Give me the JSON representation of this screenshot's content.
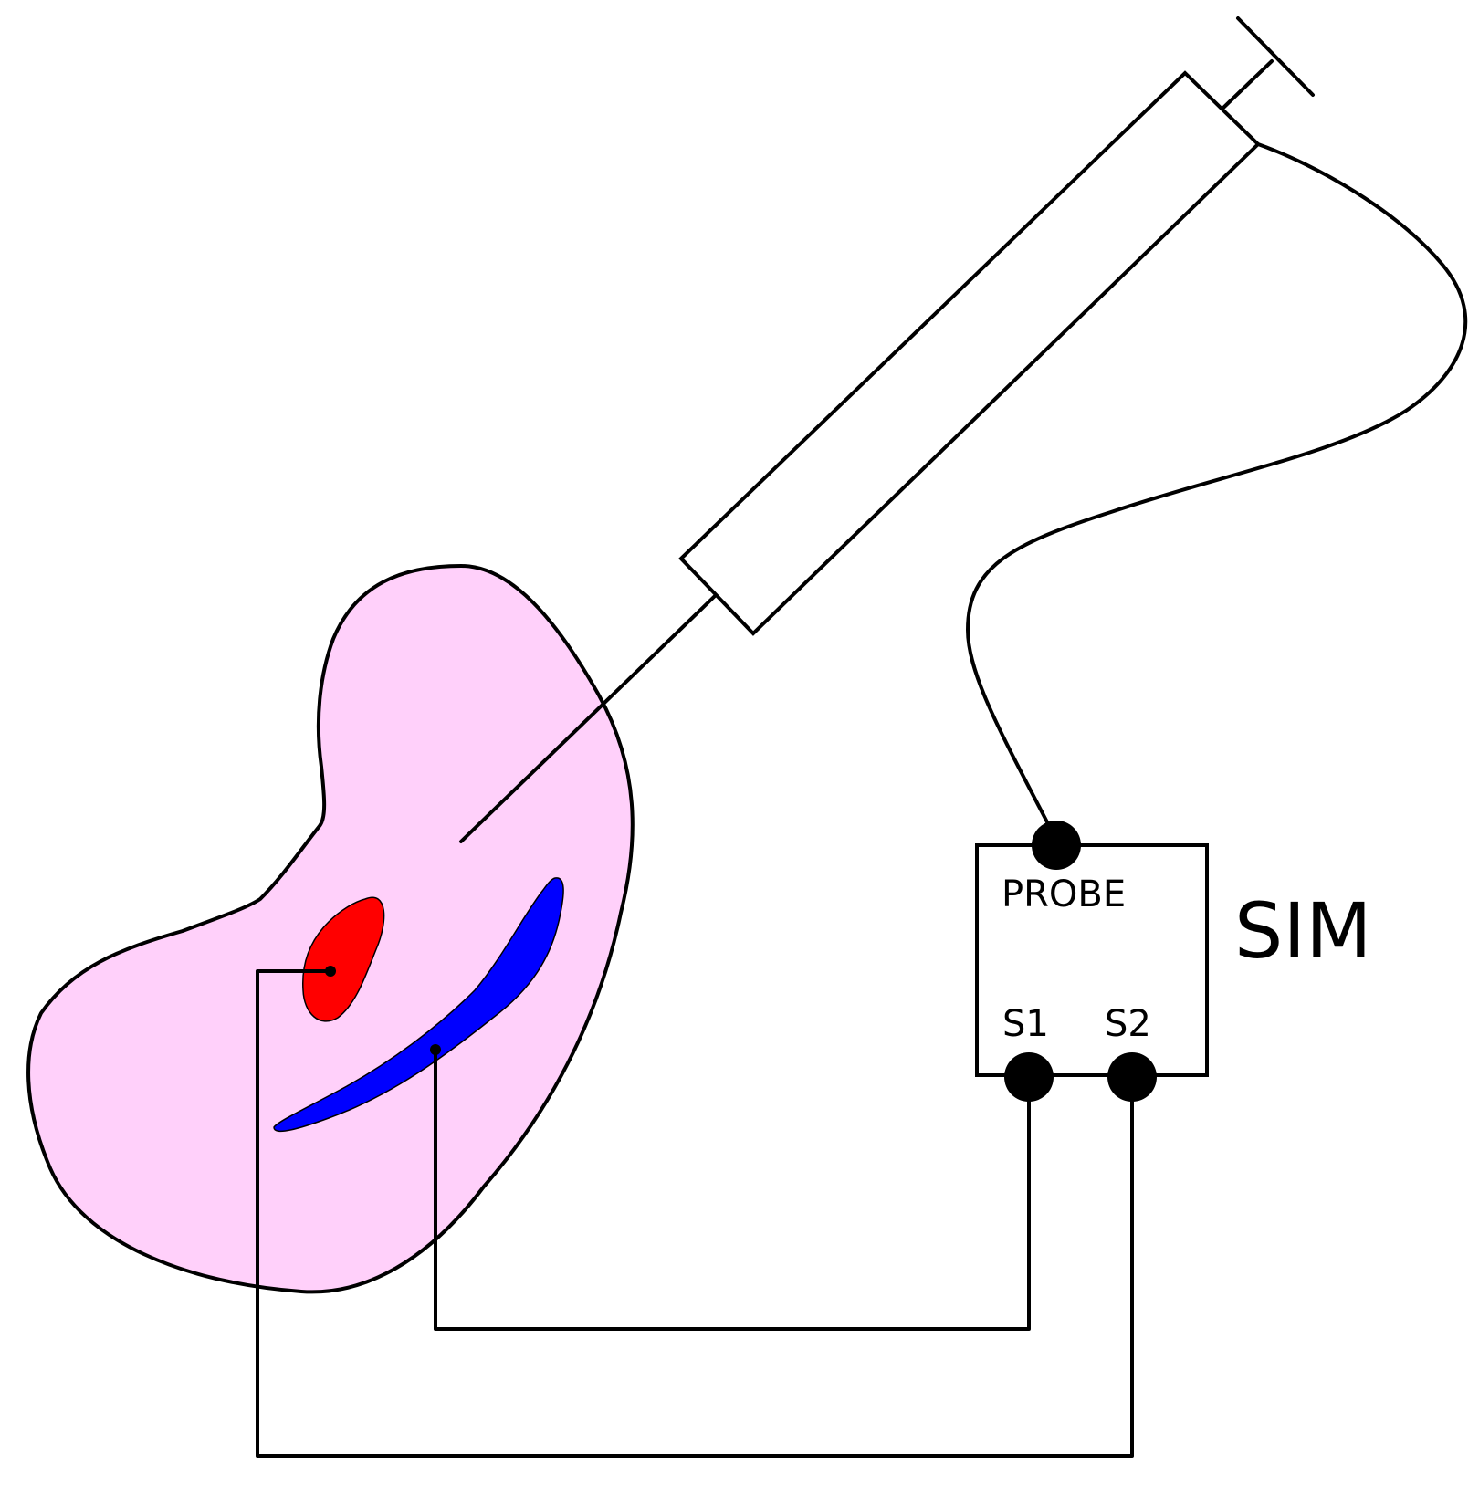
{
  "device": {
    "title": "SIM",
    "ports": {
      "probe": "PROBE",
      "s1": "S1",
      "s2": "S2"
    }
  },
  "colors": {
    "organ_fill": "#FFD0FA",
    "red_region": "#FF0000",
    "blue_region": "#0000FF",
    "line": "#000000"
  }
}
